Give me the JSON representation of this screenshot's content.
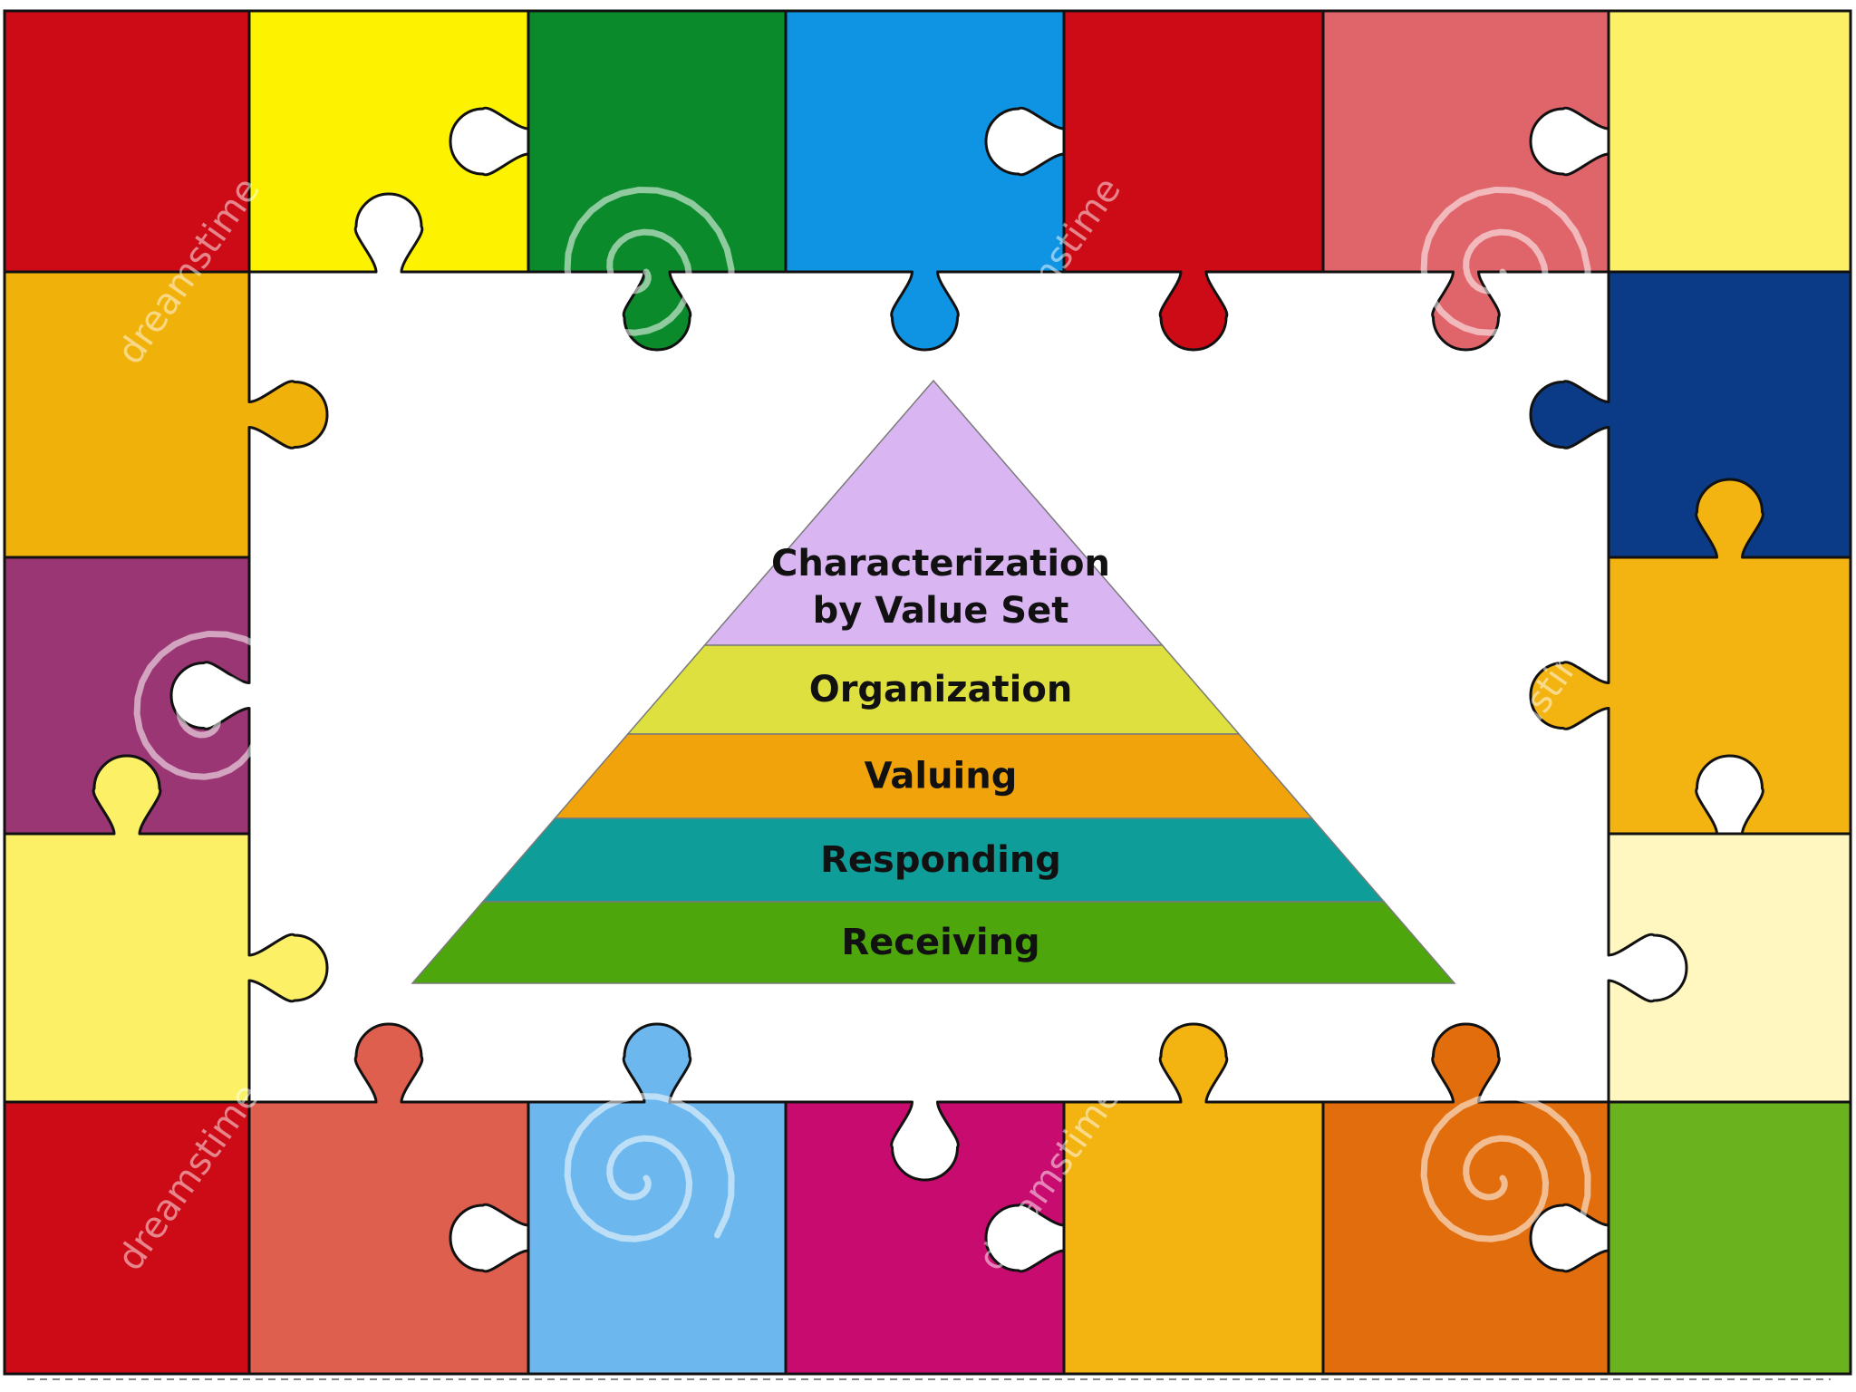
{
  "diagram": {
    "levels": [
      {
        "label_lines": [
          "Characterization",
          "by Value Set"
        ],
        "color": "#d9b6f2"
      },
      {
        "label_lines": [
          "Organization"
        ],
        "color": "#dde03f"
      },
      {
        "label_lines": [
          "Valuing"
        ],
        "color": "#f0a30a"
      },
      {
        "label_lines": [
          "Responding"
        ],
        "color": "#0f9d9a"
      },
      {
        "label_lines": [
          "Receiving"
        ],
        "color": "#4ea60d"
      }
    ]
  },
  "puzzle": {
    "colors": {
      "top": [
        "#cc0b17",
        "#fdf301",
        "#0a8a2a",
        "#0f93e3",
        "#cc0b17",
        "#e0656b",
        "#fbf066"
      ],
      "left": [
        "#f1b10b",
        "#9b3674",
        "#fbf066"
      ],
      "right": [
        "#0b3a86",
        "#f3b412",
        "#fff6c0"
      ],
      "bottom": [
        "#cc0b17",
        "#df5f4f",
        "#6cb8ee",
        "#c80b6e",
        "#f3b412",
        "#e26d0d",
        "#6bb31e"
      ]
    }
  },
  "watermark": {
    "text": "dreamstime"
  }
}
